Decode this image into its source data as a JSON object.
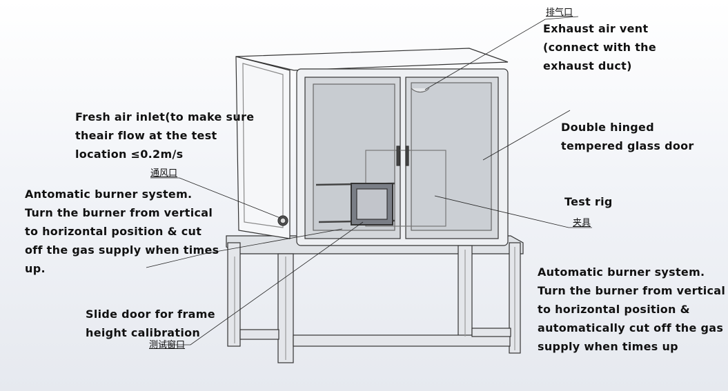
{
  "labels": {
    "exhaust": {
      "cn": "排气口",
      "lines": [
        "Exhaust air vent",
        "(connect with the",
        "exhaust duct)"
      ]
    },
    "fresh_air": {
      "lines": [
        "Fresh air inlet(to make sure",
        "theair flow at the test",
        "location ≤0.2m/s"
      ],
      "cn": "通风口"
    },
    "burner_left": {
      "lines": [
        "Antomatic burner system.",
        "Turn the burner from vertical",
        "to horizontal position & cut",
        "off the gas supply when times",
        "up."
      ]
    },
    "door": {
      "lines": [
        "Double hinged",
        "tempered glass door"
      ]
    },
    "test_rig": {
      "lines": [
        "Test rig"
      ],
      "cn": "夹具"
    },
    "slide_door": {
      "lines": [
        "Slide door for frame",
        "height calibration"
      ],
      "cn": "测试窗口"
    },
    "burner_right": {
      "lines": [
        "Automatic burner system.",
        "Turn the burner from vertical",
        "to horizontal position &",
        "automatically cut off the gas",
        "supply when times up"
      ]
    }
  }
}
